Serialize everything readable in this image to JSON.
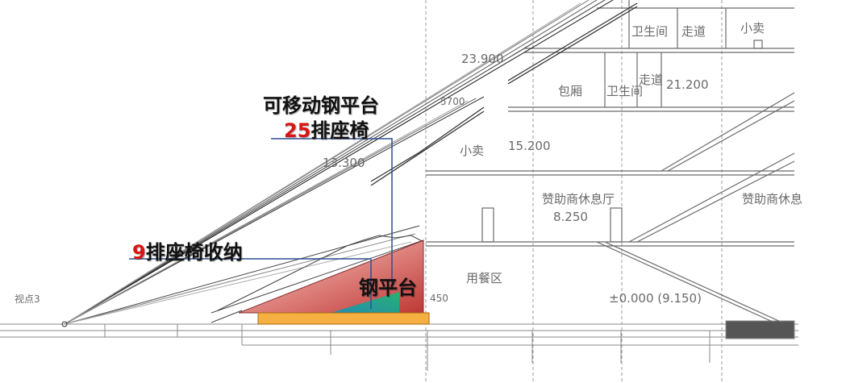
{
  "callouts": {
    "movable_platform": "可移动钢平台",
    "seats_25_num": "25",
    "seats_25_text": "排座椅",
    "seats_9_num": "9",
    "seats_9_text": "排座椅收纳",
    "steel_platform": "钢平台"
  },
  "drawing": {
    "viewpoint": "视点3",
    "elev_23900": "23.900",
    "elev_21200": "21.200",
    "elev_15200": "15.200",
    "elev_13300": "13.300",
    "elev_8250": "8.250",
    "elev_0": "±0.000 (9.150)",
    "dim_450": "450",
    "dim_5700": "5700",
    "room_toilet_top": "卫生间",
    "room_corridor_top": "走道",
    "room_kiosk_top": "小卖",
    "room_box": "包厢",
    "room_toilet_mid": "卫生间",
    "room_corridor_mid": "走道",
    "room_kiosk_mid": "小卖",
    "room_sponsor_lounge": "赞助商休息厅",
    "room_sponsor_lounge_right": "赞助商休息",
    "room_dining": "用餐区"
  },
  "colors": {
    "callout_line": "#2f4f8f",
    "highlight_number": "#d81414",
    "platform_orange": "#f5b041",
    "wedge_red": "#c0392b",
    "wedge_green": "#1e9e6b"
  }
}
